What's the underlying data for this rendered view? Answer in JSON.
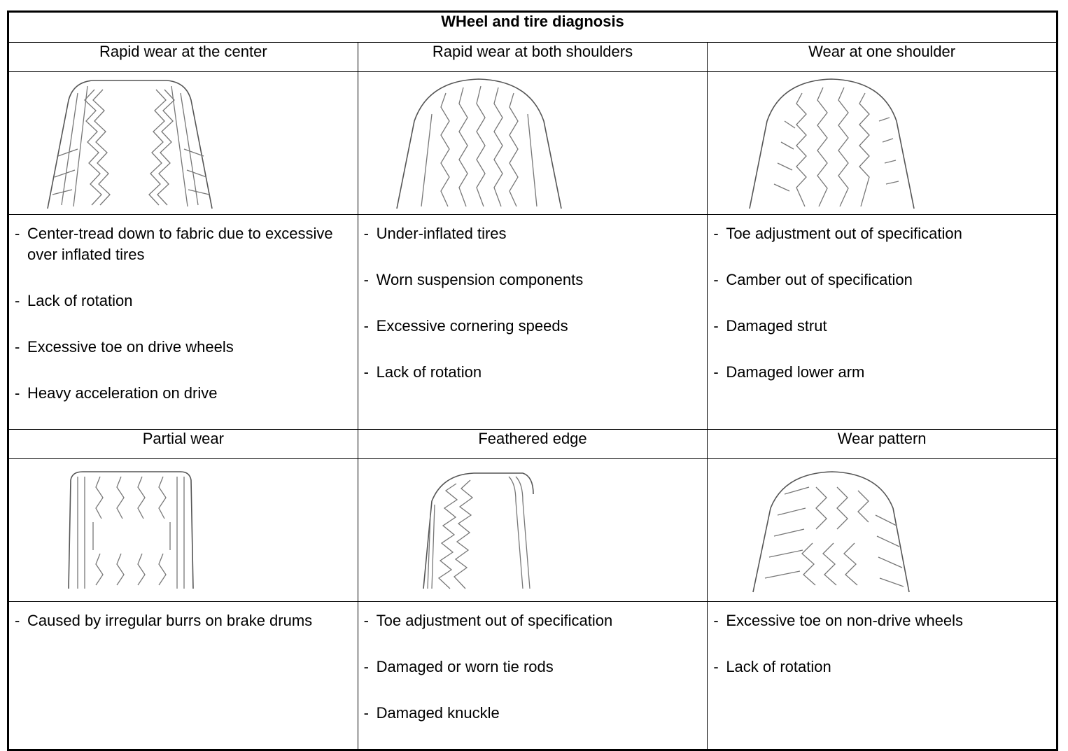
{
  "title": "WHeel and tire diagnosis",
  "sections": [
    {
      "heading": "Rapid wear at the center",
      "icon": "tire-center-wear-icon",
      "causes": [
        "Center-tread down to fabric due to excessive over inflated tires",
        "Lack of rotation",
        "Excessive toe on drive wheels",
        "Heavy acceleration on drive"
      ]
    },
    {
      "heading": "Rapid wear at both shoulders",
      "icon": "tire-shoulder-wear-icon",
      "causes": [
        "Under-inflated tires",
        "Worn suspension components",
        "Excessive cornering speeds",
        "Lack of rotation"
      ]
    },
    {
      "heading": "Wear at one shoulder",
      "icon": "tire-one-shoulder-wear-icon",
      "causes": [
        "Toe adjustment out of specification",
        "Camber out of specification",
        "Damaged strut",
        "Damaged lower arm"
      ]
    },
    {
      "heading": "Partial wear",
      "icon": "tire-partial-wear-icon",
      "causes": [
        "Caused by irregular burrs on brake drums"
      ]
    },
    {
      "heading": "Feathered edge",
      "icon": "tire-feathered-edge-icon",
      "causes": [
        "Toe adjustment out of specification",
        "Damaged or worn tie rods",
        "Damaged knuckle"
      ]
    },
    {
      "heading": "Wear pattern",
      "icon": "tire-wear-pattern-icon",
      "causes": [
        "Excessive toe on non-drive wheels",
        "Lack of rotation"
      ]
    }
  ]
}
